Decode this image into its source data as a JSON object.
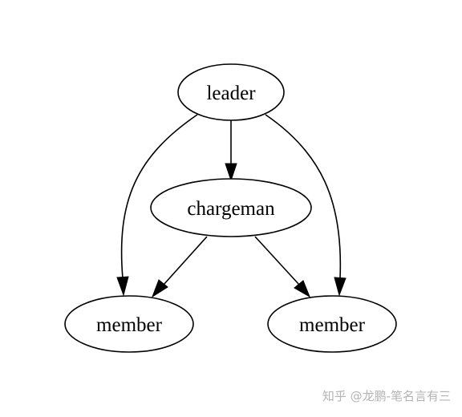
{
  "diagram": {
    "nodes": {
      "leader": "leader",
      "chargeman": "chargeman",
      "member_left": "member",
      "member_right": "member"
    },
    "edges": [
      {
        "from": "leader",
        "to": "chargeman"
      },
      {
        "from": "leader",
        "to": "member_left"
      },
      {
        "from": "leader",
        "to": "member_right"
      },
      {
        "from": "chargeman",
        "to": "member_left"
      },
      {
        "from": "chargeman",
        "to": "member_right"
      }
    ]
  },
  "watermark": "知乎 @龙鹏-笔名言有三"
}
